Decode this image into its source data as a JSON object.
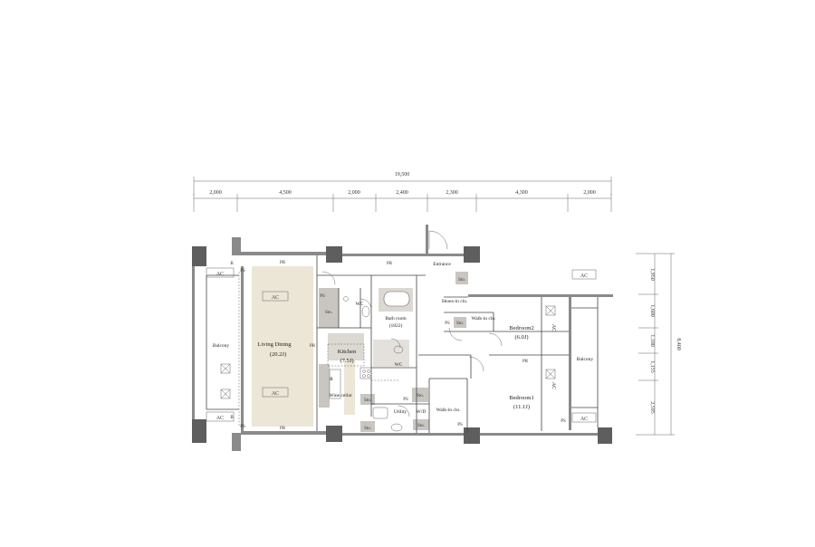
{
  "dimensions": {
    "total_width": "19,500",
    "top_segments": [
      "2,000",
      "4,500",
      "2,000",
      "2,400",
      "2,300",
      "4,300",
      "2,000"
    ],
    "total_height": "8,400",
    "side_segments": [
      "1,950",
      "1,600",
      "1,100",
      "1,155",
      "2,595"
    ]
  },
  "rooms": {
    "living": "Living Dining",
    "living_size": "(20.2J)",
    "kitchen": "Kitchen",
    "kitchen_size": "(7.5J)",
    "bath": "Bath room",
    "bath_size": "(1822)",
    "bedroom2": "Bedroom2",
    "bedroom2_size": "(6.0J)",
    "bedroom1": "Bedroom1",
    "bedroom1_size": "(11.1J)",
    "balcony_left": "Balcony",
    "balcony_right": "Balcony",
    "entrance": "Entrance",
    "shoes": "Shoes-in clo.",
    "walkin_top": "Walk-in clo.",
    "walkin_bottom": "Walk-in clo.",
    "wc_top": "WC",
    "wc_mid": "WC",
    "utility": "Utility",
    "wd": "W/D",
    "wine": "Wine cellar",
    "r": "R"
  },
  "labels": {
    "pr": "PR",
    "ac": "AC",
    "ps": "PS",
    "sto": "Sto.",
    "b": "B"
  },
  "colors": {
    "living_floor": "#ece6d6",
    "walls": "#8a8a8a",
    "gray_fill": "#c9c6c2",
    "kitchen_fill": "#dcd8d2"
  }
}
